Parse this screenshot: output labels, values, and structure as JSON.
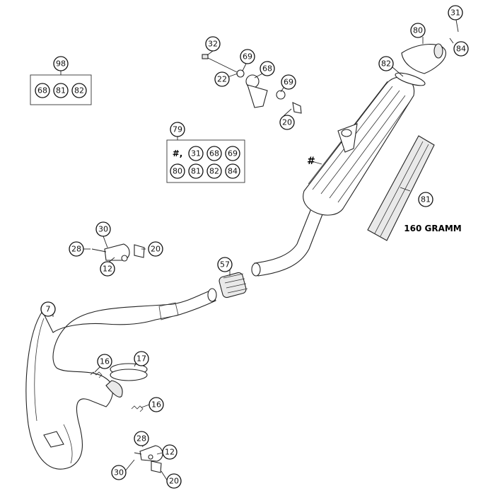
{
  "diagram": {
    "callouts": {
      "c31a": "31",
      "c80a": "80",
      "c84a": "84",
      "c82a": "82",
      "c32": "32",
      "c69a": "69",
      "c68a": "68",
      "c22": "22",
      "c69b": "69",
      "c20a": "20",
      "c98": "98",
      "c79": "79",
      "c81": "81",
      "c30a": "30",
      "c28a": "28",
      "c20b": "20",
      "c12a": "12",
      "c57": "57",
      "c7": "7",
      "c16a": "16",
      "c17": "17",
      "c16b": "16",
      "c28b": "28",
      "c12b": "12",
      "c30b": "30",
      "c20c": "20"
    },
    "hash_label": "#",
    "kit_98": [
      "68",
      "81",
      "82"
    ],
    "kit_79": {
      "hash": "#,",
      "row1": [
        "31",
        "68",
        "69"
      ],
      "row2": [
        "80",
        "81",
        "82",
        "84"
      ]
    },
    "packing_weight": "160 GRAMM"
  }
}
